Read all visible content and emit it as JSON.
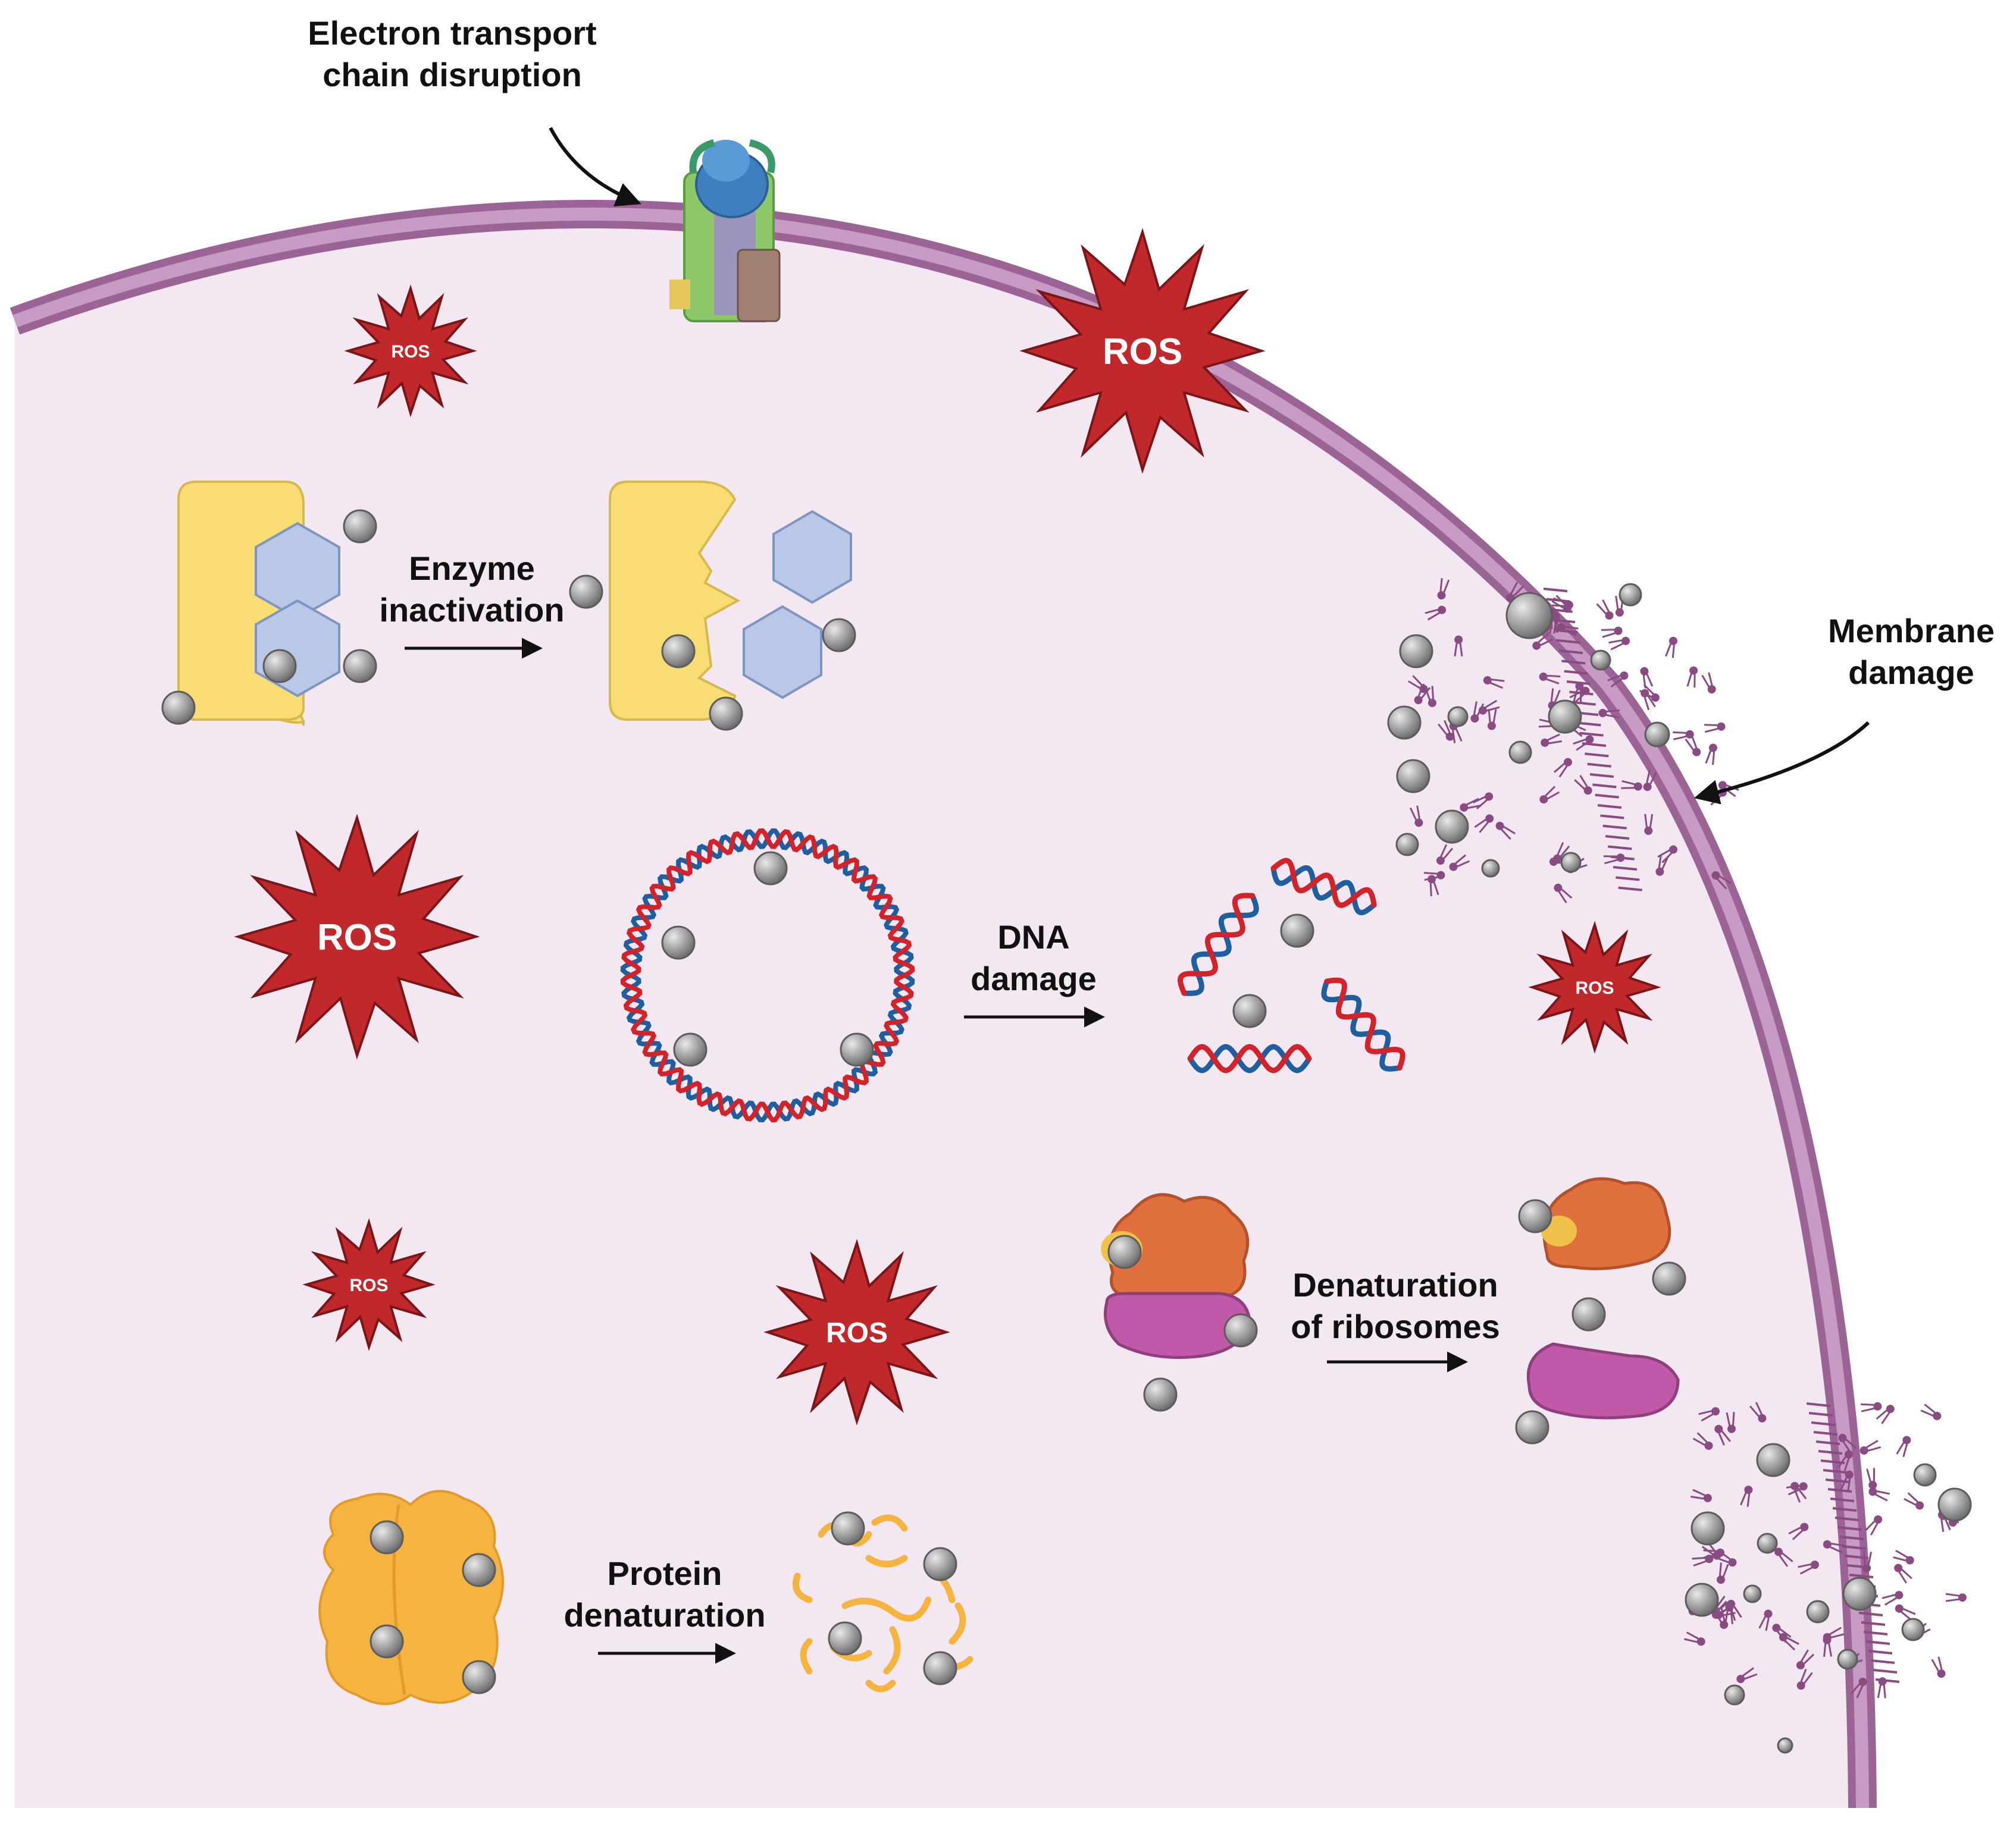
{
  "labels": {
    "electron_transport_line1": "Electron transport",
    "electron_transport_line2": "chain disruption",
    "membrane_damage_line1": "Membrane",
    "membrane_damage_line2": "damage",
    "enzyme_line1": "Enzyme",
    "enzyme_line2": "inactivation",
    "dna_line1": "DNA",
    "dna_line2": "damage",
    "ribosome_line1": "Denaturation",
    "ribosome_line2": "of ribosomes",
    "protein_line1": "Protein",
    "protein_line2": "denaturation"
  },
  "ros": {
    "label": "ROS"
  },
  "colors": {
    "cytoplasm": "#f3e8f2",
    "membrane_outer": "#9c6496",
    "membrane_inner": "#c79bc4",
    "ros_fill": "#c0282c",
    "ros_stroke": "#7a1518",
    "particle": "#9a9a9a",
    "enzyme": "#f8dc74",
    "substrate": "#b9c8e6",
    "dna_red": "#d2232a",
    "dna_blue": "#1f5fa0",
    "ribosome_large": "#e0703e",
    "ribosome_small": "#c05aa8",
    "protein": "#f5b340"
  },
  "icons": [
    "ros-burst-icon",
    "atp-synthase-icon",
    "enzyme-icon",
    "substrate-hexagon-icon",
    "nanoparticle-icon",
    "plasmid-dna-icon",
    "dna-fragment-icon",
    "ribosome-icon",
    "protein-aggregate-icon",
    "unfolded-protein-icon",
    "phospholipid-icon",
    "arrow-icon"
  ]
}
